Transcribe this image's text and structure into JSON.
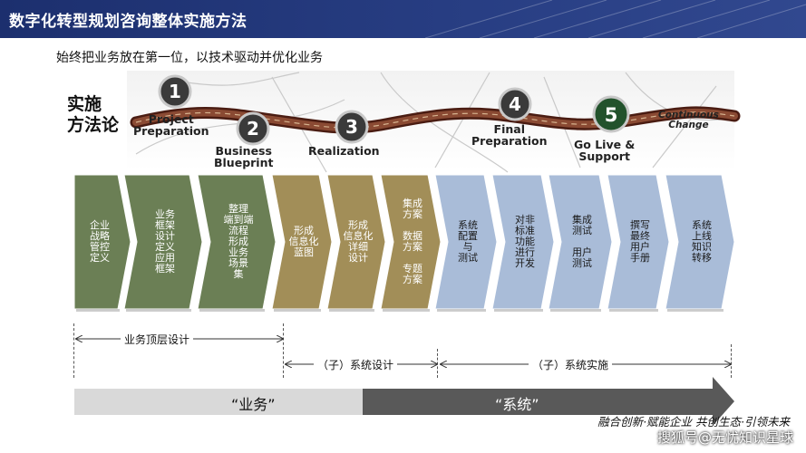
{
  "header": {
    "title": "数字化转型规划咨询整体实施方法"
  },
  "subtitle": "始终把业务放在第一位，以技术驱动并优化业务",
  "method_label": [
    "实施",
    "方法论"
  ],
  "stages": [
    {
      "number": "1",
      "lines": [
        "Project",
        "Preparation"
      ]
    },
    {
      "number": "2",
      "lines": [
        "Business",
        "Blueprint"
      ]
    },
    {
      "number": "3",
      "lines": [
        "Realization"
      ]
    },
    {
      "number": "4",
      "lines": [
        "Final",
        "Preparation"
      ]
    },
    {
      "number": "5",
      "lines": [
        "Go Live &",
        "Support"
      ]
    },
    {
      "number": "",
      "lines": [
        "Continuous",
        "Change"
      ]
    }
  ],
  "steps": [
    {
      "text": "企业\n战略\n管控\n定义",
      "group": "business"
    },
    {
      "text": "业务\n框架\n设计\n定义\n应用\n框架",
      "group": "business"
    },
    {
      "text": "整理\n端到端\n流程\n形成\n业务\n场景\n集",
      "group": "business"
    },
    {
      "text": "形成\n信息化\n蓝图",
      "group": "design"
    },
    {
      "text": "形成\n信息化\n详细\n设计",
      "group": "design"
    },
    {
      "text": "集成\n方案\n\n数据\n方案\n\n专题\n方案",
      "group": "design"
    },
    {
      "text": "系统\n配置\n与\n测试",
      "group": "impl"
    },
    {
      "text": "对非\n标准\n功能\n进行\n开发",
      "group": "impl"
    },
    {
      "text": "集成\n测试\n\n用户\n测试",
      "group": "impl"
    },
    {
      "text": "撰写\n最终\n用户\n手册",
      "group": "impl"
    },
    {
      "text": "系统\n上线\n知识\n转移",
      "group": "impl"
    }
  ],
  "colors": {
    "business": "#6b7f55",
    "design": "#a28e58",
    "impl": "#a9bcd8",
    "header": "#1c2f6e",
    "road": "#6b2a1a",
    "bar_light": "#d9d9d9",
    "bar_dark": "#595959"
  },
  "phases": {
    "top_layer": "业务顶层设计",
    "system_design": "（子）系统设计",
    "system_impl": "（子）系统实施"
  },
  "bottom_bar": {
    "business": "“业务”",
    "system": "“系统”"
  },
  "footer": {
    "slogan": "融合创新·赋能企业   共创生态·引领未来",
    "watermark": "搜狐号@无忧知识星球"
  }
}
